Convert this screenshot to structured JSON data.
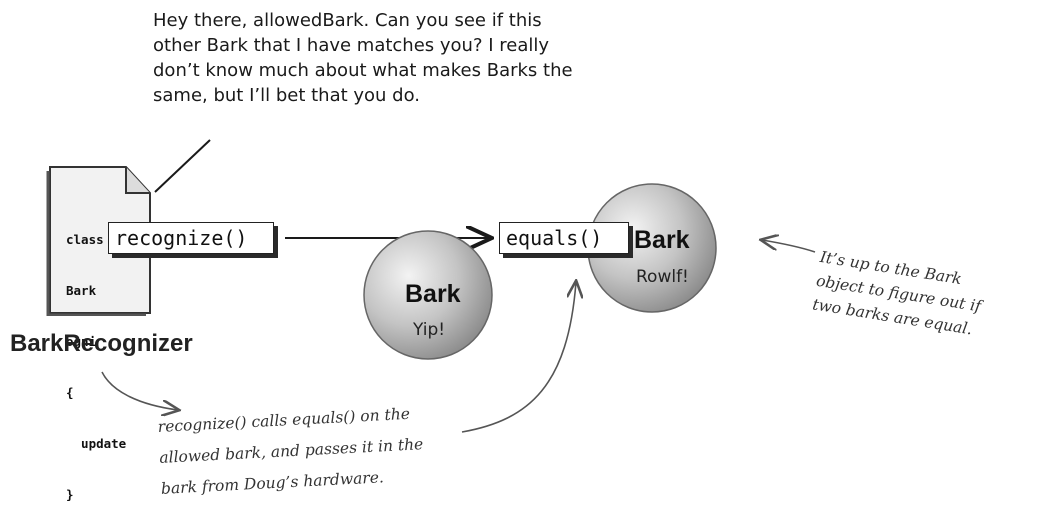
{
  "speech": {
    "lines": [
      "Hey there, allowedBark. Can you see if this",
      "other Bark that I have matches you? I really",
      "don’t know much about what makes Barks the",
      "same, but I’ll bet that you do."
    ]
  },
  "file": {
    "code_lines": [
      "class",
      "Bark",
      "ogni",
      "{",
      "  update",
      "}"
    ],
    "label": "BarkRecognizer",
    "icon": "code-file-icon"
  },
  "methods": {
    "recognize": "recognize()",
    "equals": "equals()"
  },
  "objects": [
    {
      "title": "Bark",
      "sound": "Yip!"
    },
    {
      "title": "Bark",
      "sound": "Rowlf!"
    }
  ],
  "notes": {
    "right": [
      "It’s up to the Bark",
      "object to figure out if",
      "two barks are equal."
    ],
    "bottom": [
      "recognize() calls equals() on the",
      "allowed bark, and passes it in the",
      "bark from Doug’s hardware."
    ]
  },
  "colors": {
    "ink": "#1a1a1a",
    "sphere_light": "#ececec",
    "sphere_mid": "#b9b9b9",
    "sphere_dark": "#8a8a8a",
    "paper": "#f2f2f2"
  }
}
